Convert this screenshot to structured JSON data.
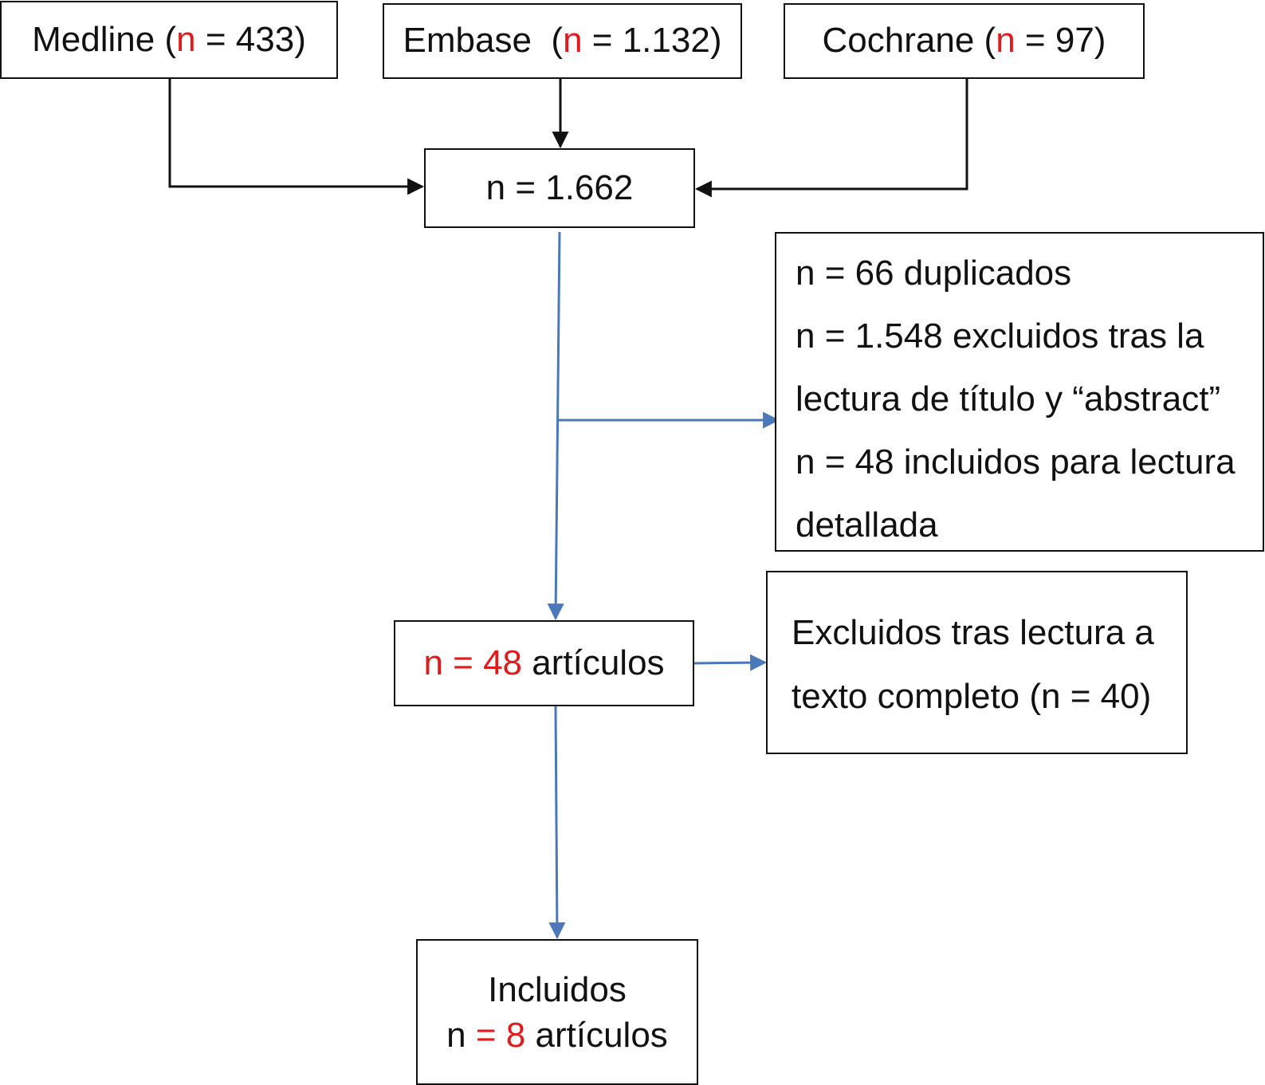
{
  "sources": {
    "medline": {
      "name": "Medline",
      "n_label": "n",
      "count": "= 433"
    },
    "embase": {
      "name": "Embase",
      "n_label": "n",
      "count": "= 1.132"
    },
    "cochrane": {
      "name": "Cochrane",
      "n_label": "n",
      "count": "= 97"
    }
  },
  "total": {
    "text": "n = 1.662"
  },
  "screening": {
    "lines": [
      "n = 66 duplicados",
      "n = 1.548 excluidos tras la",
      "lectura de  título y “abstract”",
      "n = 48 incluidos para lectura",
      "detallada"
    ]
  },
  "articles48": {
    "count": "n = 48",
    "suffix": "artículos"
  },
  "excluded_full": {
    "lines": [
      "Excluidos tras lectura a",
      "texto completo (n = 40)"
    ]
  },
  "included": {
    "title": "Incluidos",
    "n_label": "n",
    "count": "= 8",
    "suffix": "artículos"
  },
  "colors": {
    "highlight": "#e01b1b",
    "black_arrow": "#111111",
    "blue_arrow": "#4a78bb"
  }
}
